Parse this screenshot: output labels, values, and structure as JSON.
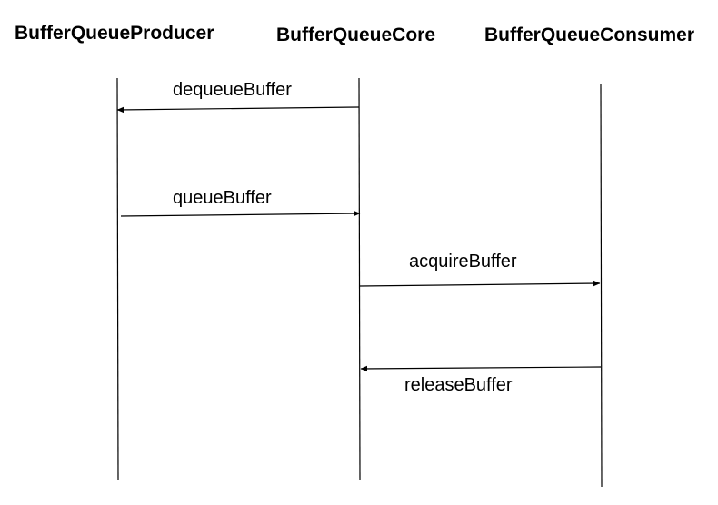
{
  "participants": {
    "producer": "BufferQueueProducer",
    "core": "BufferQueueCore",
    "consumer": "BufferQueueConsumer"
  },
  "messages": [
    {
      "label": "dequeueBuffer",
      "from": "core",
      "to": "producer"
    },
    {
      "label": "queueBuffer",
      "from": "producer",
      "to": "core"
    },
    {
      "label": "acquireBuffer",
      "from": "core",
      "to": "consumer"
    },
    {
      "label": "releaseBuffer",
      "from": "consumer",
      "to": "core"
    }
  ]
}
